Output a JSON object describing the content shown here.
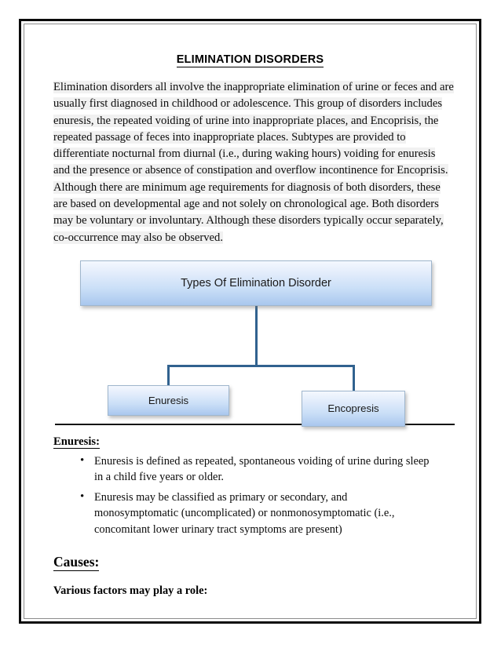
{
  "document": {
    "title": "ELIMINATION DISORDERS",
    "intro_paragraph": "Elimination disorders all involve the inappropriate elimination of urine or feces and are usually first diagnosed in childhood or adolescence. This group of disorders includes enuresis, the repeated voiding of urine into inappropriate places, and Encoprisis, the repeated passage of feces into inappropriate places. Subtypes are provided to differentiate nocturnal from diurnal (i.e., during waking hours) voiding for enuresis and the presence or absence of constipation and overflow incontinence for Encoprisis. Although there are minimum age requirements for diagnosis of both disorders, these are based on developmental age and not solely on chronological age. Both disorders may be voluntary or involuntary. Although these disorders typically occur separately, co-occurrence may also be observed."
  },
  "org_chart": {
    "root": {
      "label": "Types Of Elimination Disorder"
    },
    "children": [
      {
        "label": "Enuresis"
      },
      {
        "label": "Encopresis"
      }
    ]
  },
  "sections": {
    "enuresis_heading": "Enuresis:",
    "bullets": [
      "Enuresis is defined as repeated, spontaneous voiding of urine during sleep in a child five years or older.",
      "Enuresis may be classified as primary or secondary, and monosymptomatic (uncomplicated) or nonmonosymptomatic (i.e., concomitant lower urinary tract symptoms are present)"
    ],
    "causes_heading": "Causes:",
    "causes_intro": "Various factors may play a role:"
  },
  "colors": {
    "node_fill_top": "#f4f8fe",
    "node_fill_bottom": "#a9c7ee",
    "node_border": "#9fb6cd",
    "connector": "#31628f",
    "text_highlight": "#f1f1f1",
    "frame": "#0a0a0a"
  }
}
